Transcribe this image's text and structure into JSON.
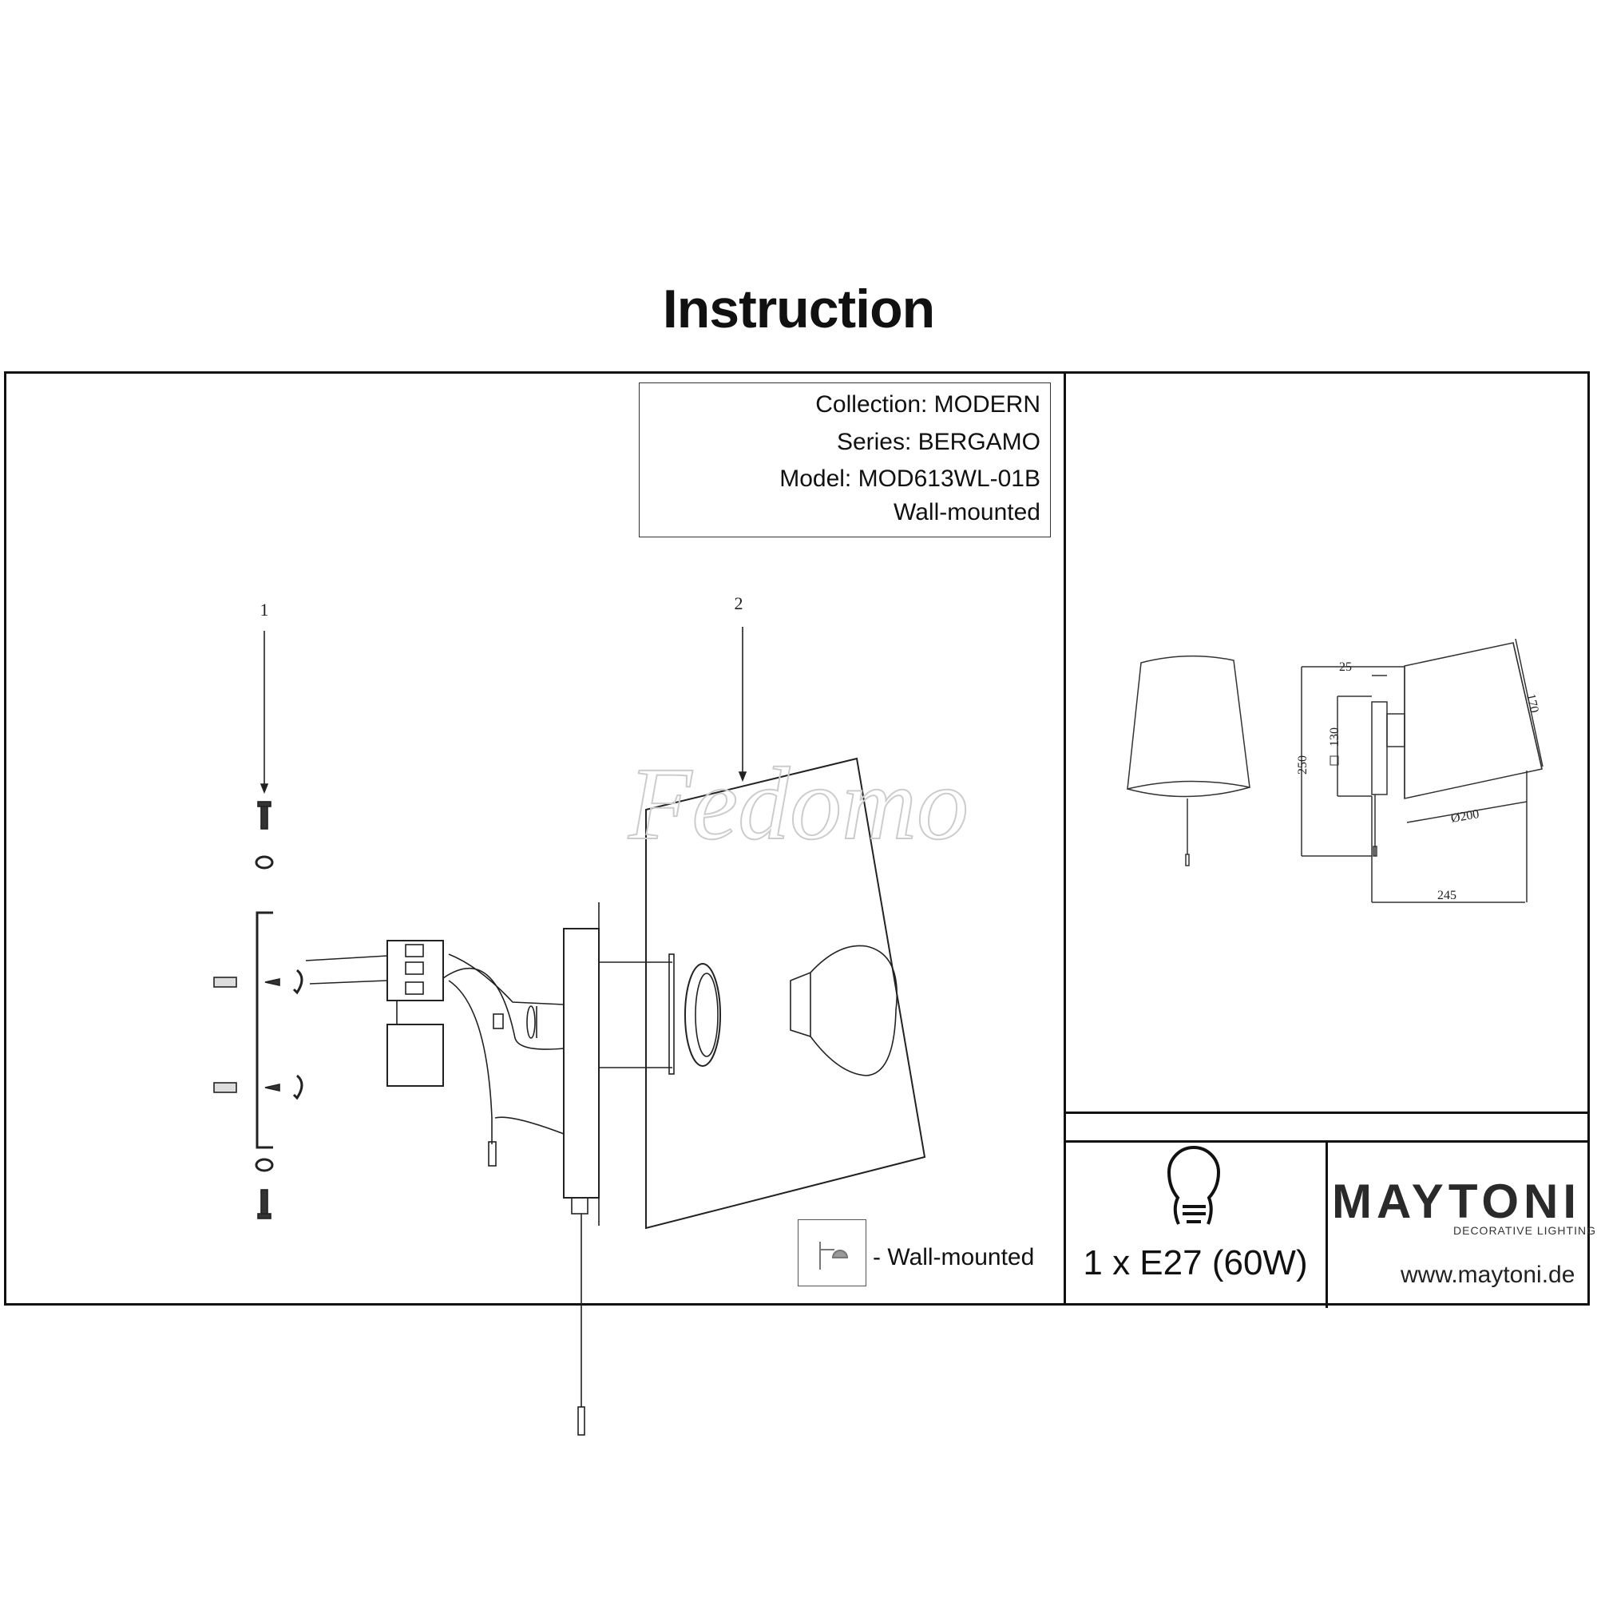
{
  "title": "Instruction",
  "info": {
    "collection": "Collection: MODERN",
    "series": "Series: BERGAMO",
    "model": "Model: MOD613WL-01B",
    "mounting": "Wall-mounted"
  },
  "diagram": {
    "part_labels": [
      "1",
      "2"
    ],
    "watermark": "Fedomo"
  },
  "dimensions": {
    "height": "250",
    "plate_offset": "25",
    "plate_height": "130",
    "shade_height": "170",
    "shade_diameter": "Ø200",
    "projection": "245"
  },
  "legend": {
    "icon": "wall-mount-icon",
    "label": "- Wall-mounted"
  },
  "lamp": {
    "icon": "light-bulb-icon",
    "spec": "1 x E27 (60W)"
  },
  "brand": {
    "logo": "MAYTONI",
    "tagline": "DECORATIVE LIGHTING",
    "url": "www.maytoni.de"
  }
}
